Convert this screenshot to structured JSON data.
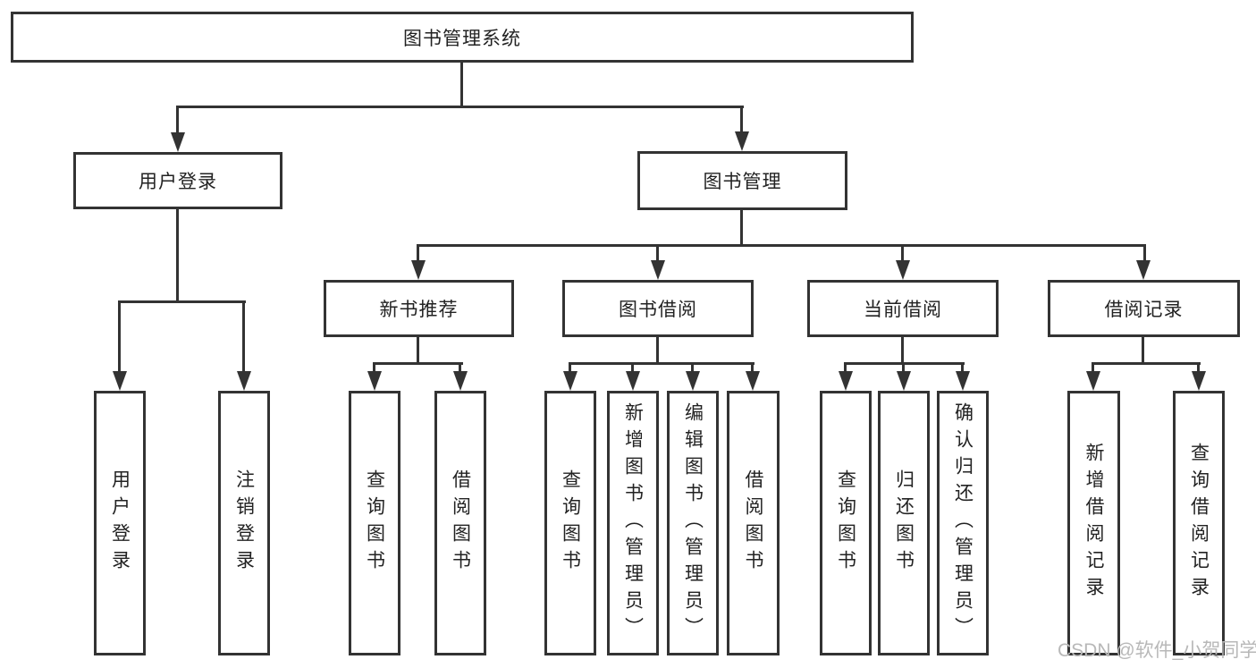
{
  "diagram": {
    "type": "hierarchy-tree",
    "root": {
      "label": "图书管理系统",
      "children": [
        {
          "label": "用户登录",
          "children": [
            {
              "label": "用户登录"
            },
            {
              "label": "注销登录"
            }
          ]
        },
        {
          "label": "图书管理",
          "children": [
            {
              "label": "新书推荐",
              "children": [
                {
                  "label": "查询图书"
                },
                {
                  "label": "借阅图书"
                }
              ]
            },
            {
              "label": "图书借阅",
              "children": [
                {
                  "label": "查询图书"
                },
                {
                  "label": "新增图书（管理员）"
                },
                {
                  "label": "编辑图书（管理员）"
                },
                {
                  "label": "借阅图书"
                }
              ]
            },
            {
              "label": "当前借阅",
              "children": [
                {
                  "label": "查询图书"
                },
                {
                  "label": "归还图书"
                },
                {
                  "label": "确认归还（管理员）"
                }
              ]
            },
            {
              "label": "借阅记录",
              "children": [
                {
                  "label": "新增借阅记录"
                },
                {
                  "label": "查询借阅记录"
                }
              ]
            }
          ]
        }
      ]
    },
    "colors": {
      "line": "#333333",
      "text": "#222222",
      "background": "#ffffff",
      "watermark": "#b8b8b8"
    },
    "watermark": {
      "text": "CSDN @软件_小贺同学"
    }
  }
}
